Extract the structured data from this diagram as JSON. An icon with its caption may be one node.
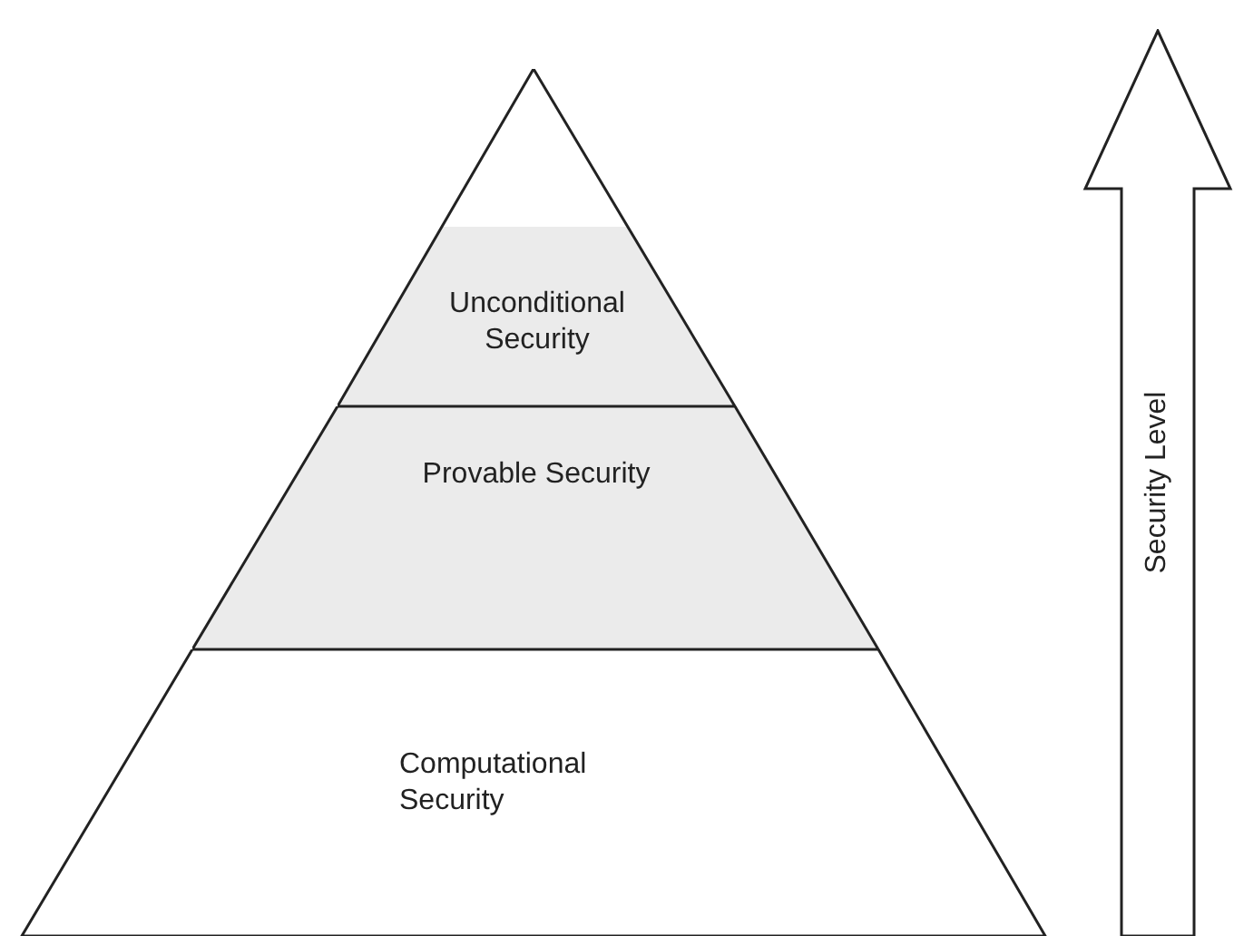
{
  "diagram": {
    "nodes": [
      {
        "text": [
          "Unconditional Security"
        ]
      },
      {
        "text": [
          "Provable Security"
        ]
      },
      {
        "text": [
          "Computational Security"
        ]
      },
      {
        "text": [
          "Security Level"
        ]
      }
    ]
  }
}
